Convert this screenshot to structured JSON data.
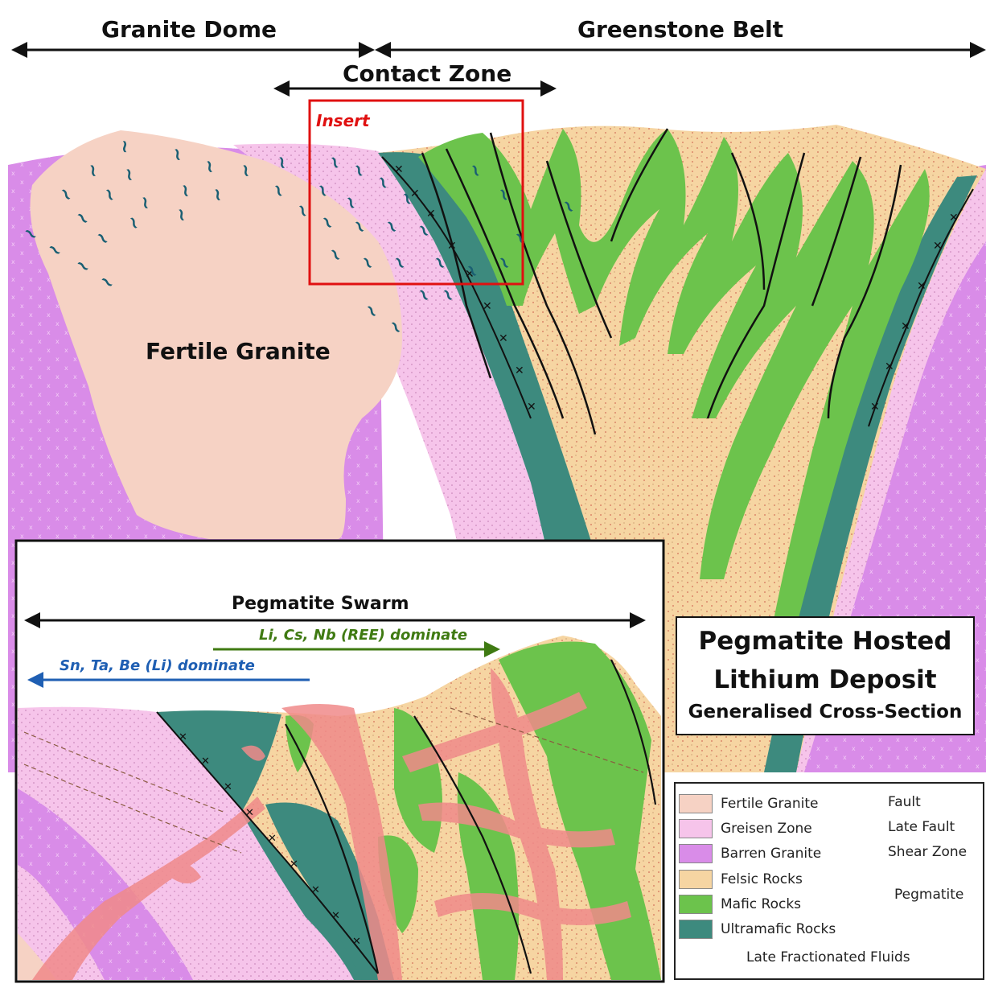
{
  "header": {
    "granite_dome": "Granite Dome",
    "greenstone_belt": "Greenstone Belt",
    "contact_zone": "Contact Zone"
  },
  "main_section": {
    "insert_label": "Insert",
    "fertile_granite_label": "Fertile Granite"
  },
  "insert_panel": {
    "pegmatite_swarm": "Pegmatite Swarm",
    "li_cs_nb": "Li, Cs, Nb (REE) dominate",
    "sn_ta_be": "Sn, Ta, Be (Li) dominate"
  },
  "title_box": {
    "line1": "Pegmatite Hosted",
    "line2": "Lithium Deposit",
    "line3": "Generalised Cross-Section"
  },
  "legend": {
    "items": [
      {
        "label": "Fertile Granite",
        "color": "#f6d2c4"
      },
      {
        "label": "Greisen Zone",
        "color": "#f5bde6"
      },
      {
        "label": "Barren Granite",
        "color": "#d88ce8"
      },
      {
        "label": "Felsic Rocks",
        "color": "#f6d5a2"
      },
      {
        "label": "Mafic Rocks",
        "color": "#6cc34c"
      },
      {
        "label": "Ultramafic Rocks",
        "color": "#3d8a7e"
      }
    ],
    "lines": [
      {
        "label": "Fault"
      },
      {
        "label": "Late Fault"
      },
      {
        "label": "Shear Zone"
      }
    ],
    "pegmatite": "Pegmatite",
    "fluids": "Late Fractionated Fluids"
  },
  "colors": {
    "fertile_granite": "#f6d2c4",
    "greisen": "#f5bde6",
    "barren_granite": "#d88ce8",
    "felsic": "#f6d5a2",
    "mafic": "#6cc34c",
    "ultramafic": "#3d8a7e",
    "pegmatite": "#f08a8a",
    "insert_red": "#e01010",
    "green_arrow": "#3f7a12",
    "blue_arrow": "#1f5fb3"
  }
}
